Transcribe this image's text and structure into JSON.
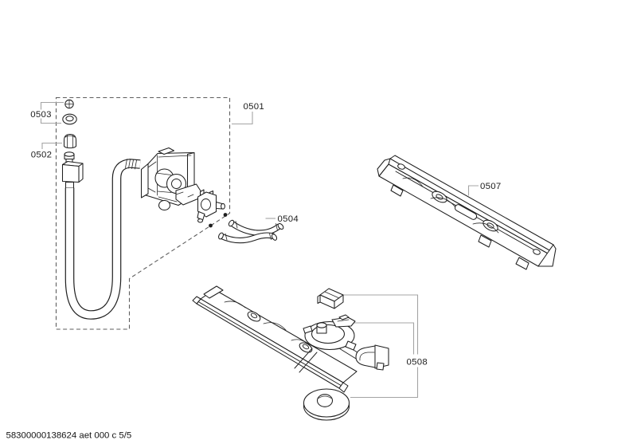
{
  "document": {
    "footer_ref": "58300000138624 aet 000 c 5/5"
  },
  "callouts": {
    "c0501": "0501",
    "c0502": "0502",
    "c0503": "0503",
    "c0504": "0504",
    "c0507": "0507",
    "c0508": "0508"
  },
  "colors": {
    "background": "#ffffff",
    "part_outline": "#1f1f1f",
    "leader_line": "#a4a4a4",
    "boundary_dash": "#5e5e5e",
    "label_text": "#1c1c1c"
  }
}
